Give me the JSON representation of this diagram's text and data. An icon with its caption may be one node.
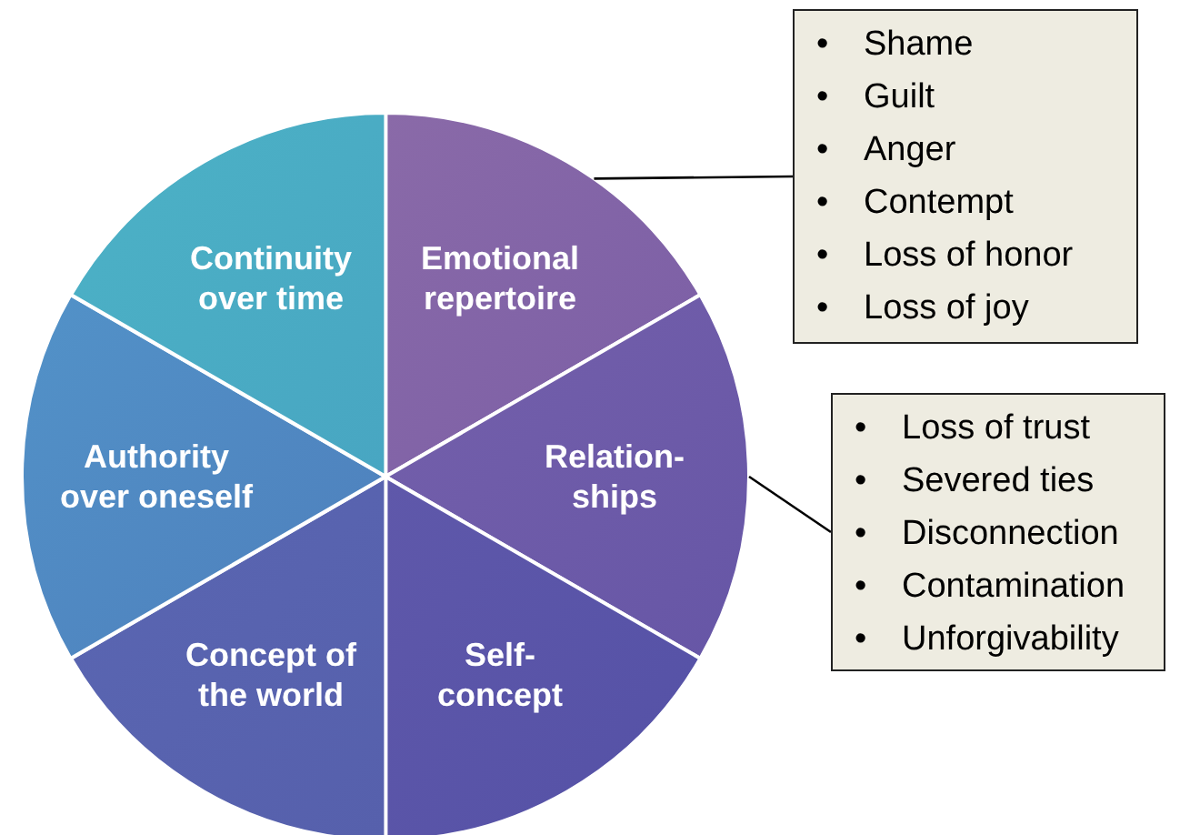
{
  "diagram": {
    "nodes": [
      {
        "text": [
          "Emotional repertoire"
        ]
      },
      {
        "text": [
          "Relation-ships"
        ]
      },
      {
        "text": [
          "Self-concept"
        ]
      },
      {
        "text": [
          "Concept of the world"
        ]
      },
      {
        "text": [
          "Authority over oneself"
        ]
      },
      {
        "text": [
          "Continuity over time"
        ]
      },
      {
        "text": [
          "Shame",
          "Guilt",
          "Anger",
          "Contempt",
          "Loss of honor",
          "Loss of joy"
        ]
      },
      {
        "text": [
          "Loss of trust",
          "Severed ties",
          "Disconnection",
          "Contamination",
          "Unforgivability"
        ]
      }
    ],
    "labels": [
      "•",
      "•",
      "•",
      "•",
      "•",
      "•",
      "•",
      "•",
      "•",
      "•",
      "•"
    ],
    "edges": [
      {
        "from": 6,
        "to": 0,
        "arrow": "none"
      },
      {
        "from": 7,
        "to": 1,
        "arrow": "none"
      }
    ]
  }
}
